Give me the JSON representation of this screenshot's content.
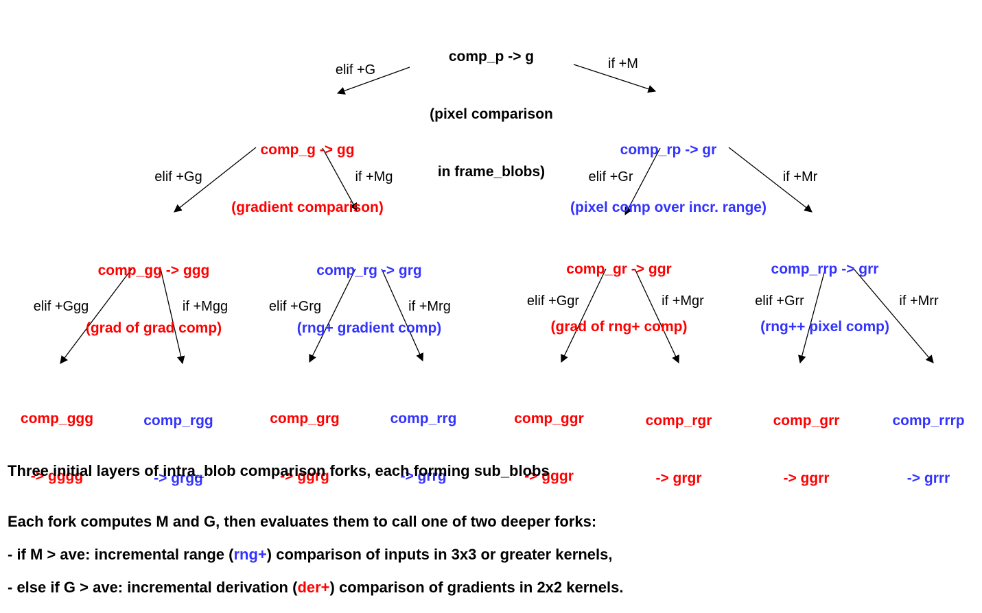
{
  "colors": {
    "root": "#000000",
    "gradient_fork": "#ff0000",
    "range_fork": "#3333ff",
    "edge": "#000000",
    "highlight_rng": "#3333ff",
    "highlight_der": "#ff0000"
  },
  "nodes": {
    "root": {
      "line1": "comp_p -> g",
      "line2": "(pixel comparison",
      "line3": "in frame_blobs)"
    },
    "comp_g": {
      "line1": "comp_g -> gg",
      "line2": "(gradient comparison)"
    },
    "comp_rp": {
      "line1": "comp_rp -> gr",
      "line2": "(pixel comp over incr. range)"
    },
    "comp_gg": {
      "line1": "comp_gg -> ggg",
      "line2": "(grad of grad comp)"
    },
    "comp_rg": {
      "line1": "comp_rg -> grg",
      "line2": "(rng+ gradient comp)"
    },
    "comp_gr": {
      "line1": "comp_gr -> ggr",
      "line2": "(grad of rng+ comp)"
    },
    "comp_rrp": {
      "line1": "comp_rrp -> grr",
      "line2": "(rng++ pixel comp)"
    },
    "comp_ggg": {
      "line1": "comp_ggg",
      "line2": "-> gggg"
    },
    "comp_rgg": {
      "line1": "comp_rgg",
      "line2": "-> grgg"
    },
    "comp_grg": {
      "line1": "comp_grg",
      "line2": "-> ggrg"
    },
    "comp_rrg": {
      "line1": "comp_rrg",
      "line2": "-> grrg"
    },
    "comp_ggr": {
      "line1": "comp_ggr",
      "line2": "-> gggr"
    },
    "comp_rgr": {
      "line1": "comp_rgr",
      "line2": "-> grgr"
    },
    "comp_grr": {
      "line1": "comp_grr",
      "line2": "-> ggrr"
    },
    "comp_rrrp": {
      "line1": "comp_rrrp",
      "line2": "-> grrr"
    }
  },
  "edge_labels": {
    "root_to_comp_g": "elif +G",
    "root_to_comp_rp": "if +M",
    "comp_g_to_comp_gg": "elif +Gg",
    "comp_g_to_comp_rg": "if +Mg",
    "comp_rp_to_comp_gr": "elif +Gr",
    "comp_rp_to_comp_rrp": "if +Mr",
    "comp_gg_to_comp_ggg": "elif +Ggg",
    "comp_gg_to_comp_rgg": "if +Mgg",
    "comp_rg_to_comp_grg": "elif +Grg",
    "comp_rg_to_comp_rrg": "if +Mrg",
    "comp_gr_to_comp_ggr": "elif +Ggr",
    "comp_gr_to_comp_rgr": "if +Mgr",
    "comp_rrp_to_comp_grr": "elif +Grr",
    "comp_rrp_to_comp_rrrp": "if +Mrr"
  },
  "caption": {
    "title": "Three initial layers of intra_blob comparison forks, each forming sub_blobs",
    "intro": "Each fork computes M and G, then evaluates them to call one of two deeper forks:",
    "bullet1_pre": "- if M > ave: incremental range (",
    "bullet1_hl": "rng+",
    "bullet1_post": ") comparison of inputs in 3x3 or greater kernels,",
    "bullet2_pre": "- else if G > ave: incremental derivation (",
    "bullet2_hl": "der+",
    "bullet2_post": ") comparison of gradients in 2x2 kernels."
  }
}
